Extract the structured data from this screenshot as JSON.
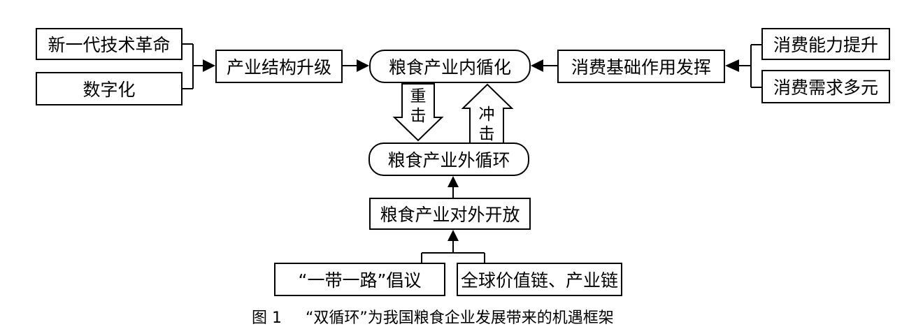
{
  "nodes": {
    "new_tech_revolution": "新一代技术革命",
    "digitalization": "数字化",
    "industry_upgrade": "产业结构升级",
    "inner_circulation": "粮食产业内循化",
    "consumption_foundation": "消费基础作用发挥",
    "consumption_capacity": "消费能力提升",
    "consumption_diversity": "消费需求多元",
    "outer_circulation": "粮食产业外循环",
    "opening_up": "粮食产业对外开放",
    "belt_road": "“一带一路”倡议",
    "global_chains": "全球价值链、产业链"
  },
  "arrow_labels": {
    "down_char1": "重",
    "down_char2": "击",
    "up_char1": "冲",
    "up_char2": "击"
  },
  "caption": {
    "figure_number": "图 1",
    "title": "“双循环”为我国粮食企业发展带来的机遇框架"
  }
}
